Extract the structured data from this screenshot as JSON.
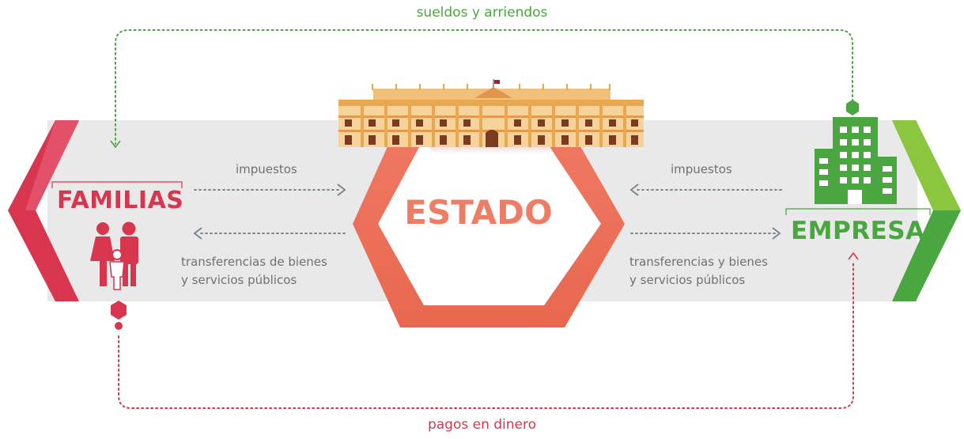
{
  "flows": {
    "top": "sueldos y arriendos",
    "bottom": "pagos en dinero"
  },
  "actors": {
    "families": "FAMILIAS",
    "companies": "EMPRESAS",
    "state": "ESTADO"
  },
  "arrows": {
    "taxes_left": "impuestos",
    "taxes_right": "impuestos",
    "transfers_left_line1": "transferencias de bienes",
    "transfers_left_line2": "y servicios públicos",
    "transfers_right_line1": "transferencias y bienes",
    "transfers_right_line2": "y servicios públicos"
  },
  "colors": {
    "families": "#d8364f",
    "companies": "#4aa63f",
    "state": "#ef7c64",
    "band": "#e9e9e9",
    "arrow_gray": "#7a8a8c"
  },
  "icons": {
    "families": "family-icon",
    "companies": "office-building-icon",
    "state": "palace-la-moneda-icon"
  }
}
